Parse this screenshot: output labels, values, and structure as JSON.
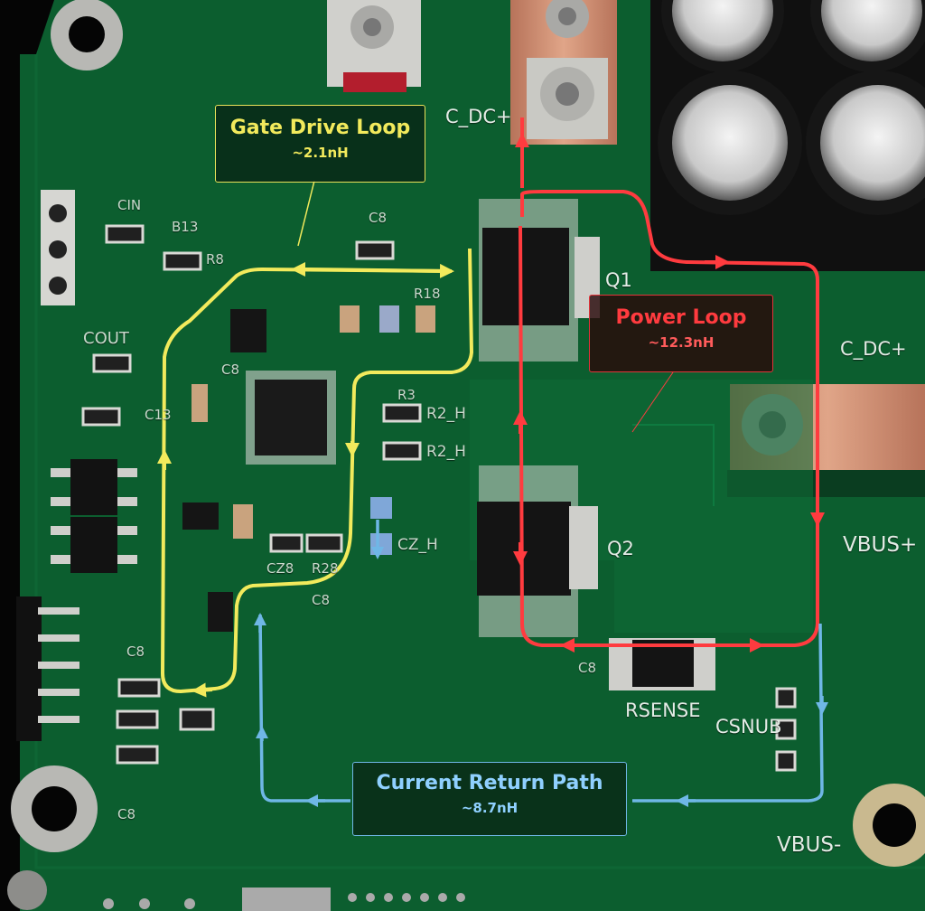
{
  "annotations": {
    "gate_drive_loop": {
      "title": "Gate Drive Loop",
      "value": "~2.1nH",
      "color": "#f2ea5c"
    },
    "power_loop": {
      "title": "Power Loop",
      "value": "~12.3nH",
      "color": "#ff3b3f"
    },
    "current_return_path": {
      "title": "Current Return Path",
      "value": "~8.7nH",
      "color": "#8fd0ff"
    }
  },
  "silkscreen": {
    "c_dc_plus": "C_DC+",
    "q1": "Q1",
    "q2": "Q2",
    "v_bus_plus": "VBUS+",
    "v_bus_minus": "VBUS-",
    "r_sense": "RSENSE",
    "c_snub": "CSNUB",
    "cout": "COUT",
    "cin": "CIN",
    "r2_h_1": "R2_H",
    "r2_h_2": "R2_H",
    "cz_h": "CZ_H",
    "r8": "R8",
    "c8_a": "C8",
    "c8_b": "C8",
    "c8_c": "C8",
    "c8_d": "C8",
    "c8_e": "C8",
    "c8_f": "C8",
    "r18": "R18",
    "b13": "B13",
    "c13": "C13",
    "cz8": "CZ8",
    "r28": "R28",
    "c_dc_plus_right": "C_DC+",
    "r3": "R3"
  },
  "colors": {
    "board": "#0c5a2e",
    "gate_loop": "#f2ea5c",
    "power_loop": "#e2343a",
    "return_path": "#6fb7e6",
    "copper": "#c98a6a"
  }
}
